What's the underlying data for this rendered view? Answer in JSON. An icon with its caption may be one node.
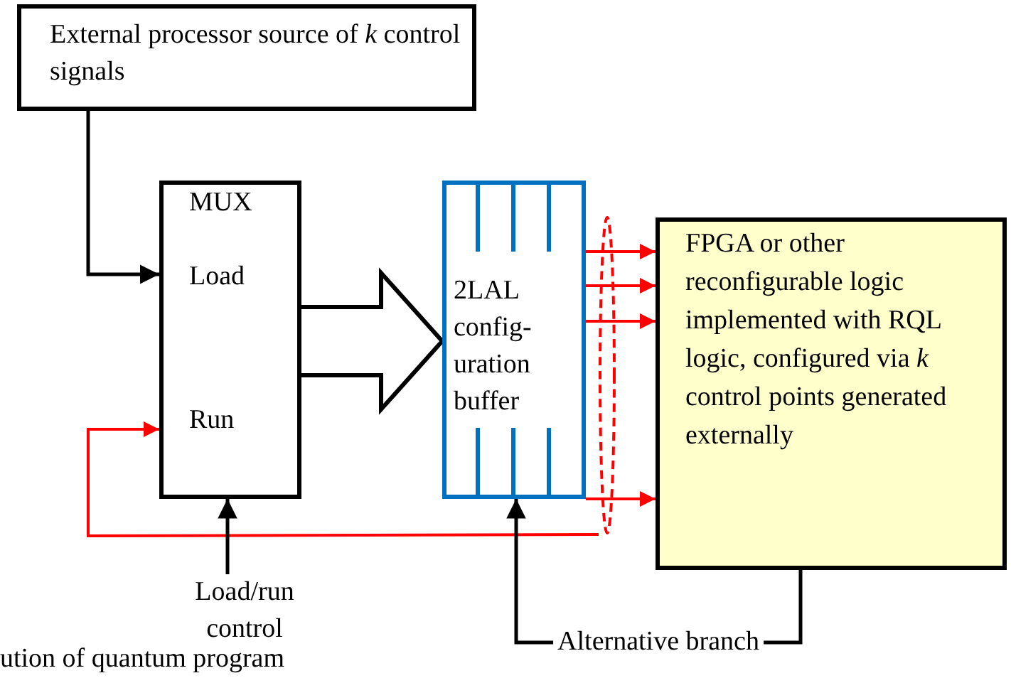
{
  "diagram": {
    "nodes": [
      {
        "text": [
          "External processor source of *k* control signals"
        ]
      },
      {
        "text": [
          "MUX",
          "Load",
          "Run"
        ]
      },
      {
        "text": [
          "2LAL config- uration buffer"
        ]
      },
      {
        "text": [
          "FPGA or other reconfigurable logic implemented with RQL logic, configured via *k* control points generated externally"
        ]
      },
      {
        "text": [
          "Load/run control"
        ]
      },
      {
        "text": [],
        "shape": "ellipse"
      }
    ],
    "edges": [
      {
        "from": 0,
        "to": 1,
        "arrow": "to",
        "color": "#000000"
      },
      {
        "from": 5,
        "to": 1,
        "arrow": "to"
      },
      {
        "from": 4,
        "to": 1,
        "arrow": "to",
        "color": "#000000"
      },
      {
        "from": 1,
        "to": 2,
        "arrow": "to",
        "style": "thick",
        "color": "#000000"
      },
      {
        "from": 2,
        "to": 3,
        "arrow": "to"
      },
      {
        "from": 2,
        "to": 3,
        "arrow": "to"
      },
      {
        "from": 2,
        "to": 3,
        "arrow": "to"
      },
      {
        "from": 2,
        "to": 3,
        "arrow": "to"
      },
      {
        "from": 3,
        "to": 2,
        "arrow": "to",
        "label": "Alternative branch",
        "color": "#000000"
      }
    ],
    "labels": [
      "ution of quantum program"
    ]
  }
}
